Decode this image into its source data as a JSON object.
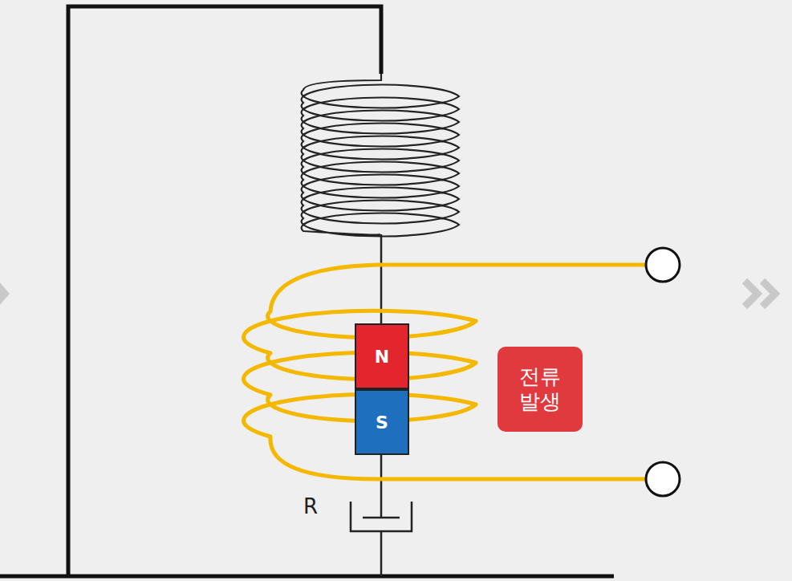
{
  "diagram": {
    "nodes": [
      {
        "text": [
          "N"
        ]
      },
      {
        "text": [
          "S"
        ]
      },
      {
        "text": [
          "전류 발생"
        ]
      }
    ],
    "labels": [
      "R"
    ]
  }
}
